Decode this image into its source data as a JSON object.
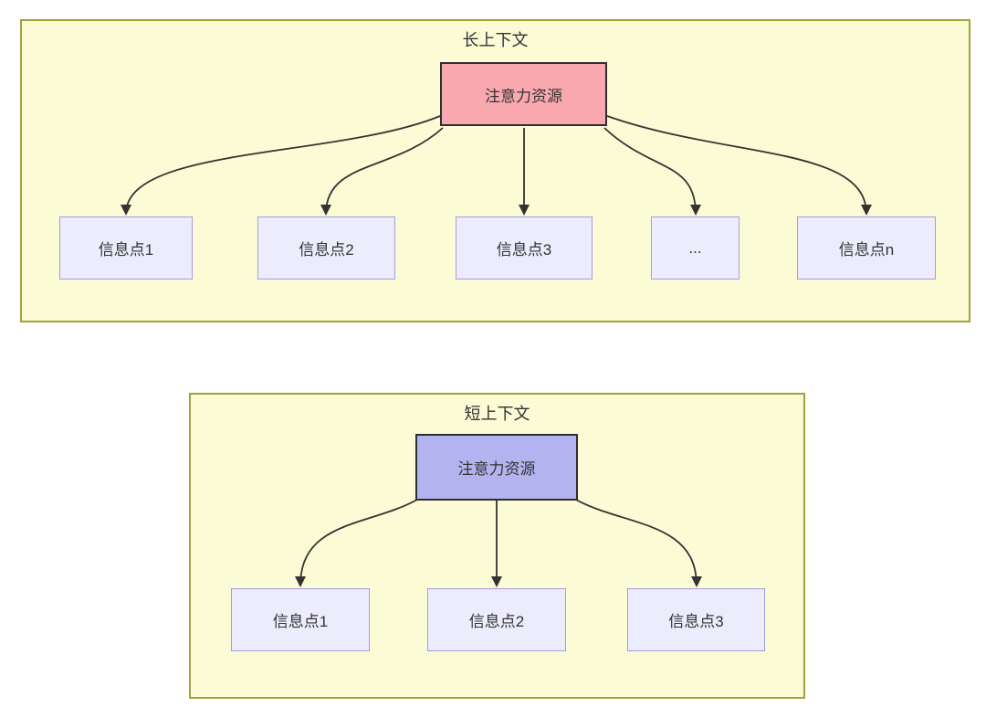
{
  "diagram": {
    "type": "attention-allocation-comparison",
    "panels": [
      {
        "title": "长上下文",
        "attention_label": "注意力资源",
        "attention_fill": "#F9A8B0",
        "nodes": [
          {
            "label": "信息点1"
          },
          {
            "label": "信息点2"
          },
          {
            "label": "信息点3"
          },
          {
            "label": "..."
          },
          {
            "label": "信息点n"
          }
        ]
      },
      {
        "title": "短上下文",
        "attention_label": "注意力资源",
        "attention_fill": "#B3B3F0",
        "nodes": [
          {
            "label": "信息点1"
          },
          {
            "label": "信息点2"
          },
          {
            "label": "信息点3"
          }
        ]
      }
    ],
    "colors": {
      "panel_background": "#FBFBD6",
      "panel_border": "#A2A238",
      "attention_border": "#2F2F2F",
      "info_fill": "#ECECFC",
      "info_border": "#A49BE4",
      "arrow": "#333333",
      "text": "#333333"
    }
  }
}
